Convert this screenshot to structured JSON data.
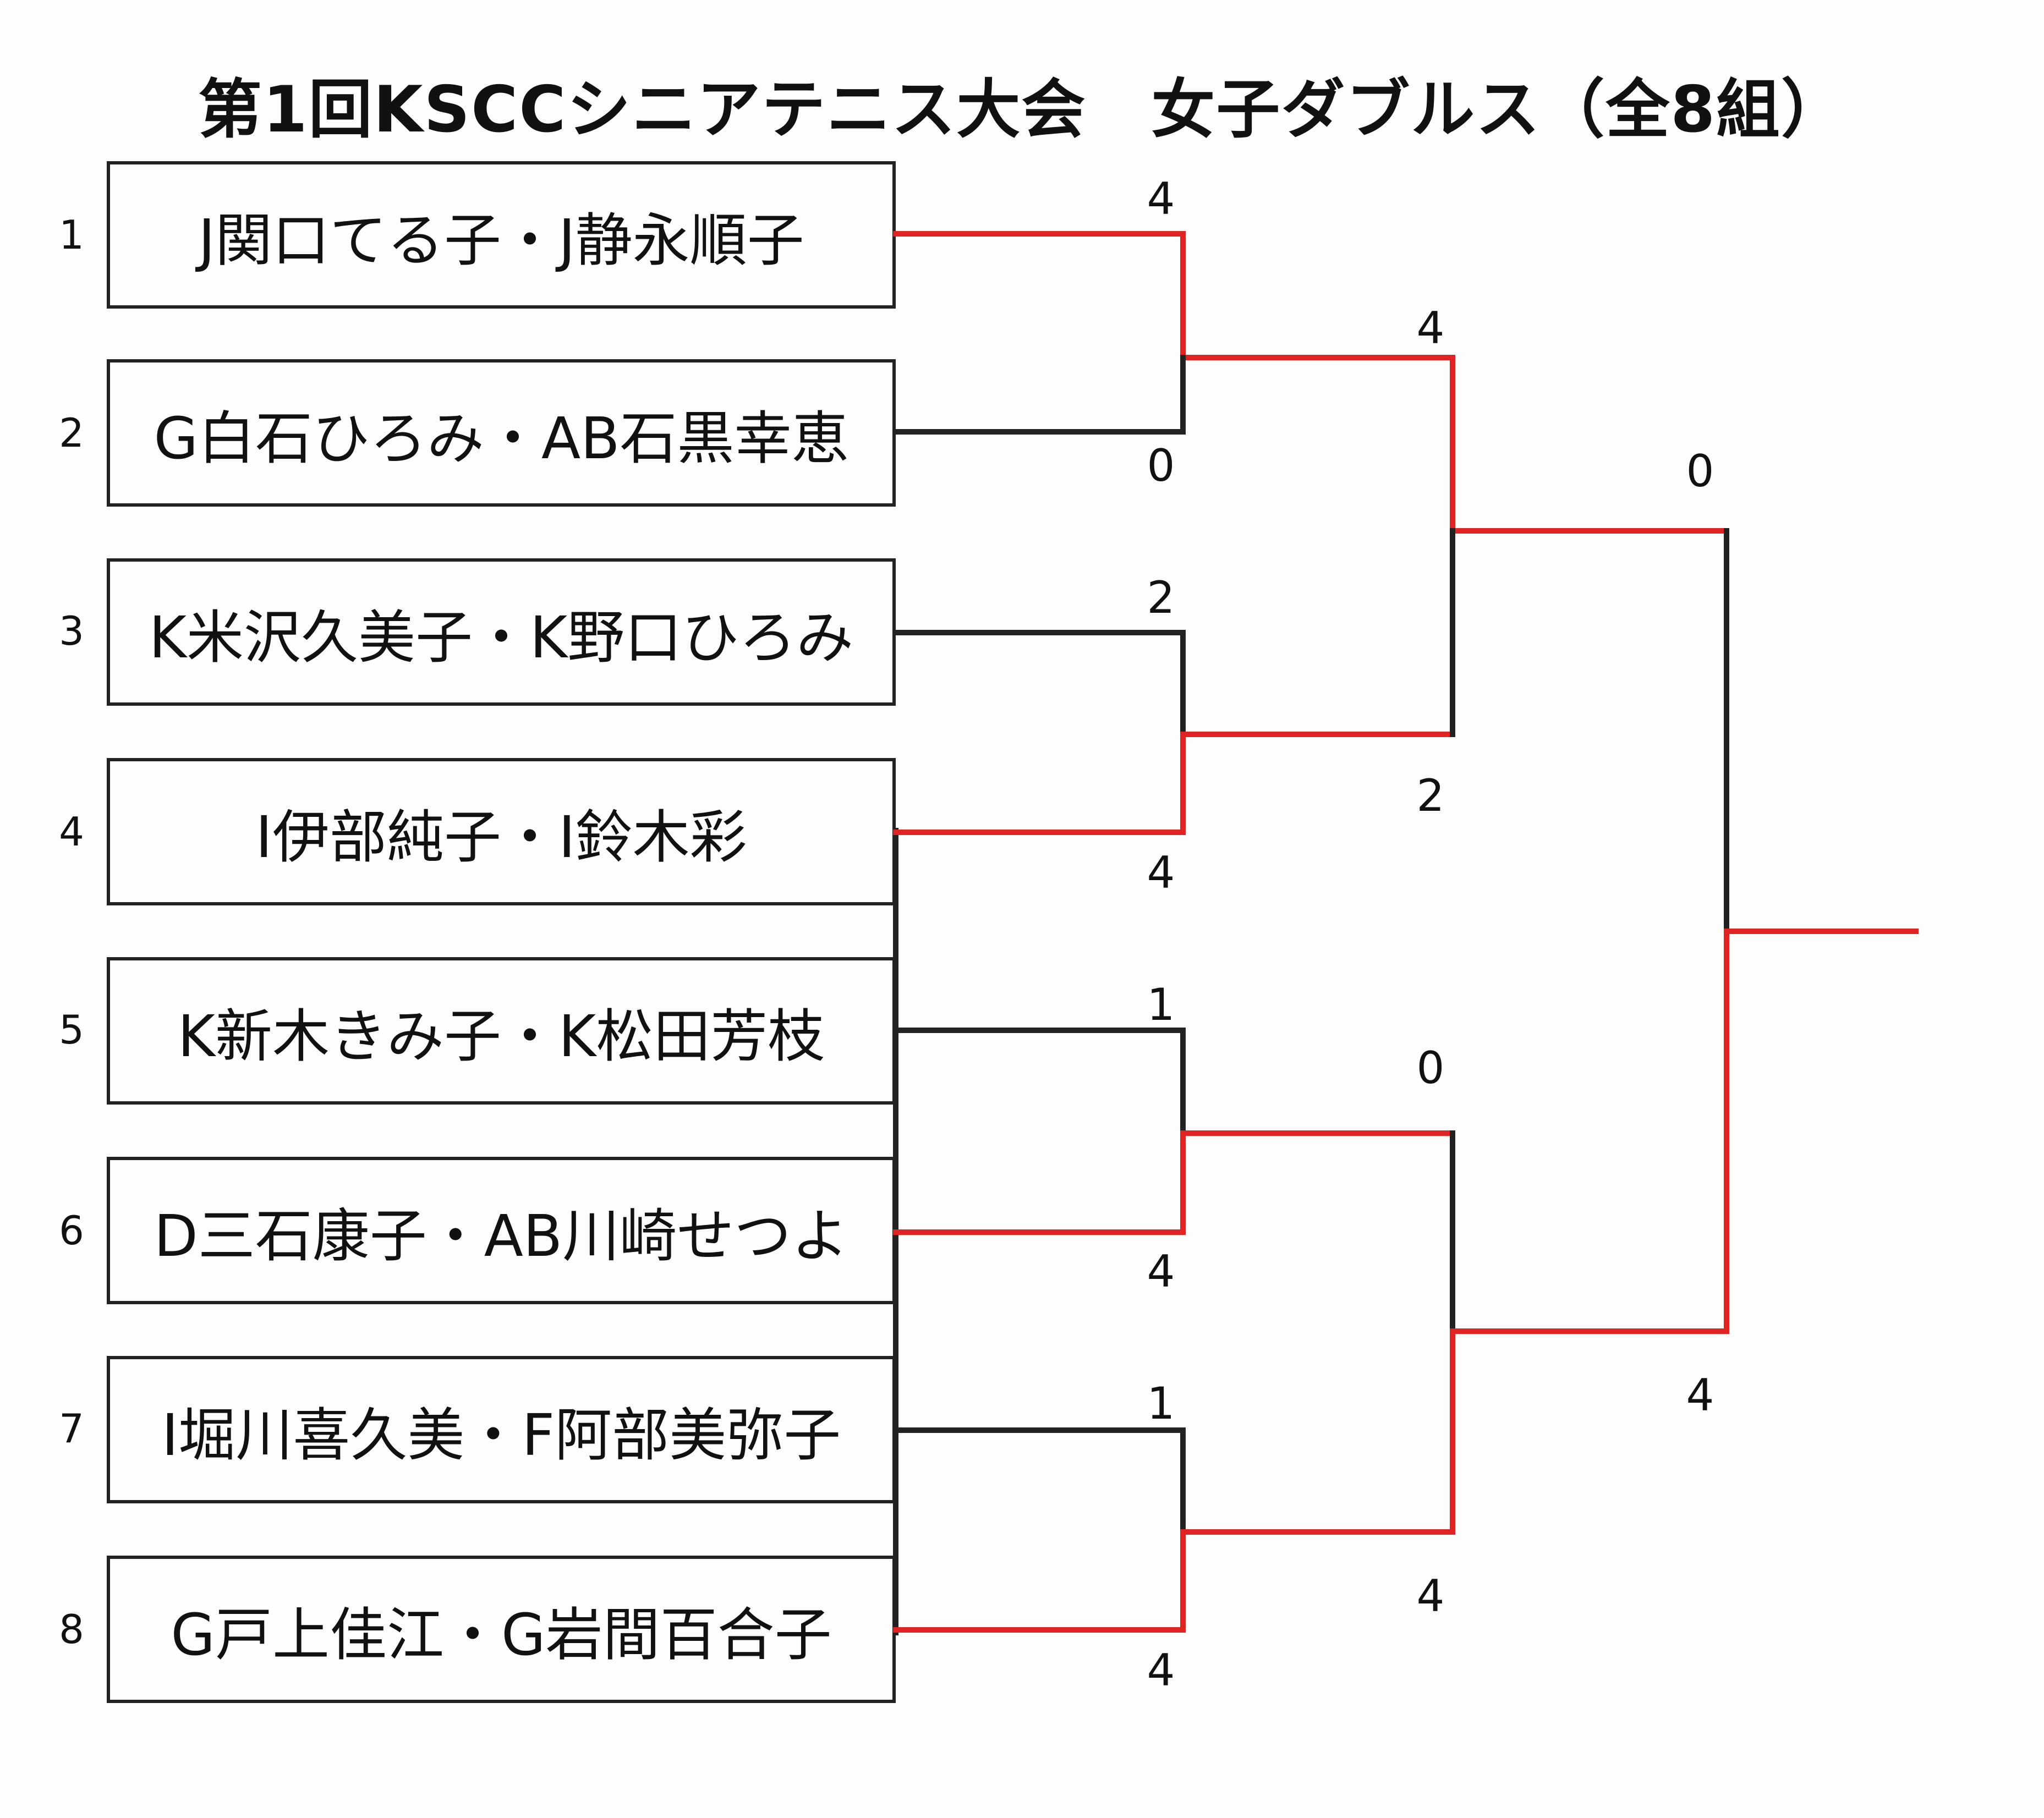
{
  "title": "第1回KSCCシニアテニス大会　女子ダブルス（全8組）",
  "colors": {
    "winner_line": "#e02424",
    "loser_line": "#222222"
  },
  "entries": [
    {
      "seed": "1",
      "name": "J関口てる子・J静永順子"
    },
    {
      "seed": "2",
      "name": "G白石ひろみ・AB石黒幸恵"
    },
    {
      "seed": "3",
      "name": "K米沢久美子・K野口ひろみ"
    },
    {
      "seed": "4",
      "name": "I伊部純子・I鈴木彩"
    },
    {
      "seed": "5",
      "name": "K新木きみ子・K松田芳枝"
    },
    {
      "seed": "6",
      "name": "D三石康子・AB川崎せつよ"
    },
    {
      "seed": "7",
      "name": "I堀川喜久美・F阿部美弥子"
    },
    {
      "seed": "8",
      "name": "G戸上佳江・G岩間百合子"
    }
  ],
  "round1": [
    {
      "top_score": "4",
      "bottom_score": "0",
      "winner": "top"
    },
    {
      "top_score": "2",
      "bottom_score": "4",
      "winner": "bottom"
    },
    {
      "top_score": "1",
      "bottom_score": "4",
      "winner": "bottom"
    },
    {
      "top_score": "1",
      "bottom_score": "4",
      "winner": "bottom"
    }
  ],
  "round2": [
    {
      "top_score": "4",
      "bottom_score": "2",
      "winner": "top"
    },
    {
      "top_score": "0",
      "bottom_score": "4",
      "winner": "bottom"
    }
  ],
  "final": {
    "top_score": "0",
    "bottom_score": "4",
    "winner": "bottom"
  }
}
